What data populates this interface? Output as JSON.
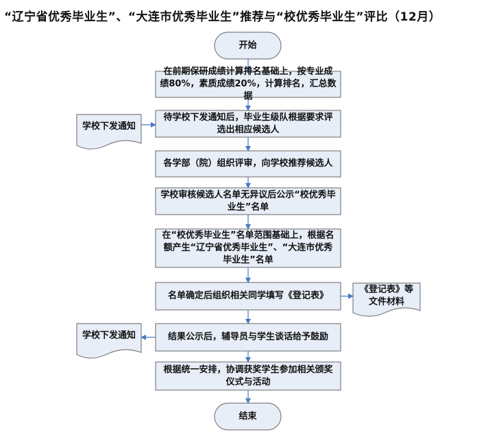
{
  "title": "“辽宁省优秀毕业生”、“大连市优秀毕业生”推荐与“校优秀毕业生”评比（12月）",
  "colors": {
    "box_fill": "#e8eef8",
    "box_stroke": "#7f7f7f",
    "arrow": "#4a7ac4"
  },
  "nodes": {
    "start": "开始",
    "step1": "在前期保研成绩计算排名基础上，按专业成绩80%，素质成绩20%，计算排名，汇总数据",
    "step2": "待学校下发通知后，毕业生级队根据要求评选出相应候选人",
    "step3": "各学部（院）组织评审，向学校推荐候选人",
    "step4": "学校审核候选人名单无异议后公示“校优秀毕业生”名单",
    "step5": "在“校优秀毕业生”名单范围基础上，根据名额产生“辽宁省优秀毕业生”、“大连市优秀毕业生”名单",
    "step6": "名单确定后组织相关同学填写《登记表》",
    "step7": "结果公示后，辅导员与学生谈话给予鼓励",
    "step8": "根据统一安排，协调获奖学生参加相关颁奖仪式与活动",
    "end": "结束",
    "doc_notice_1": "学校下发通知",
    "doc_materials": "《登记表》等文件材料",
    "doc_notice_2": "学校下发通知"
  }
}
